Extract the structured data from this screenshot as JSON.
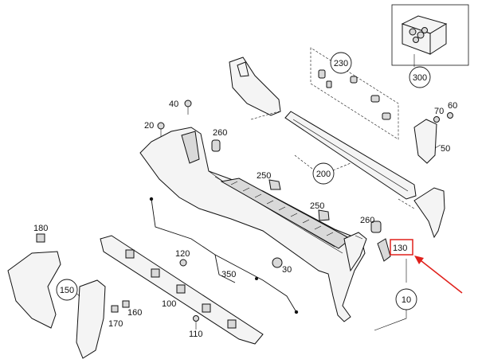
{
  "labels": {
    "p40": "40",
    "p20": "20",
    "p260a": "260",
    "p250a": "250",
    "p250b": "250",
    "p260b": "260",
    "p200": "200",
    "p230": "230",
    "p300": "300",
    "p70": "70",
    "p60": "60",
    "p50": "50",
    "p130": "130",
    "p10": "10",
    "p180": "180",
    "p150": "150",
    "p120": "120",
    "p350": "350",
    "p30": "30",
    "p100": "100",
    "p160": "160",
    "p170": "170",
    "p110": "110"
  },
  "colors": {
    "highlight_box": "#e0201b",
    "arrow": "#e0201b",
    "line": "#111111"
  }
}
